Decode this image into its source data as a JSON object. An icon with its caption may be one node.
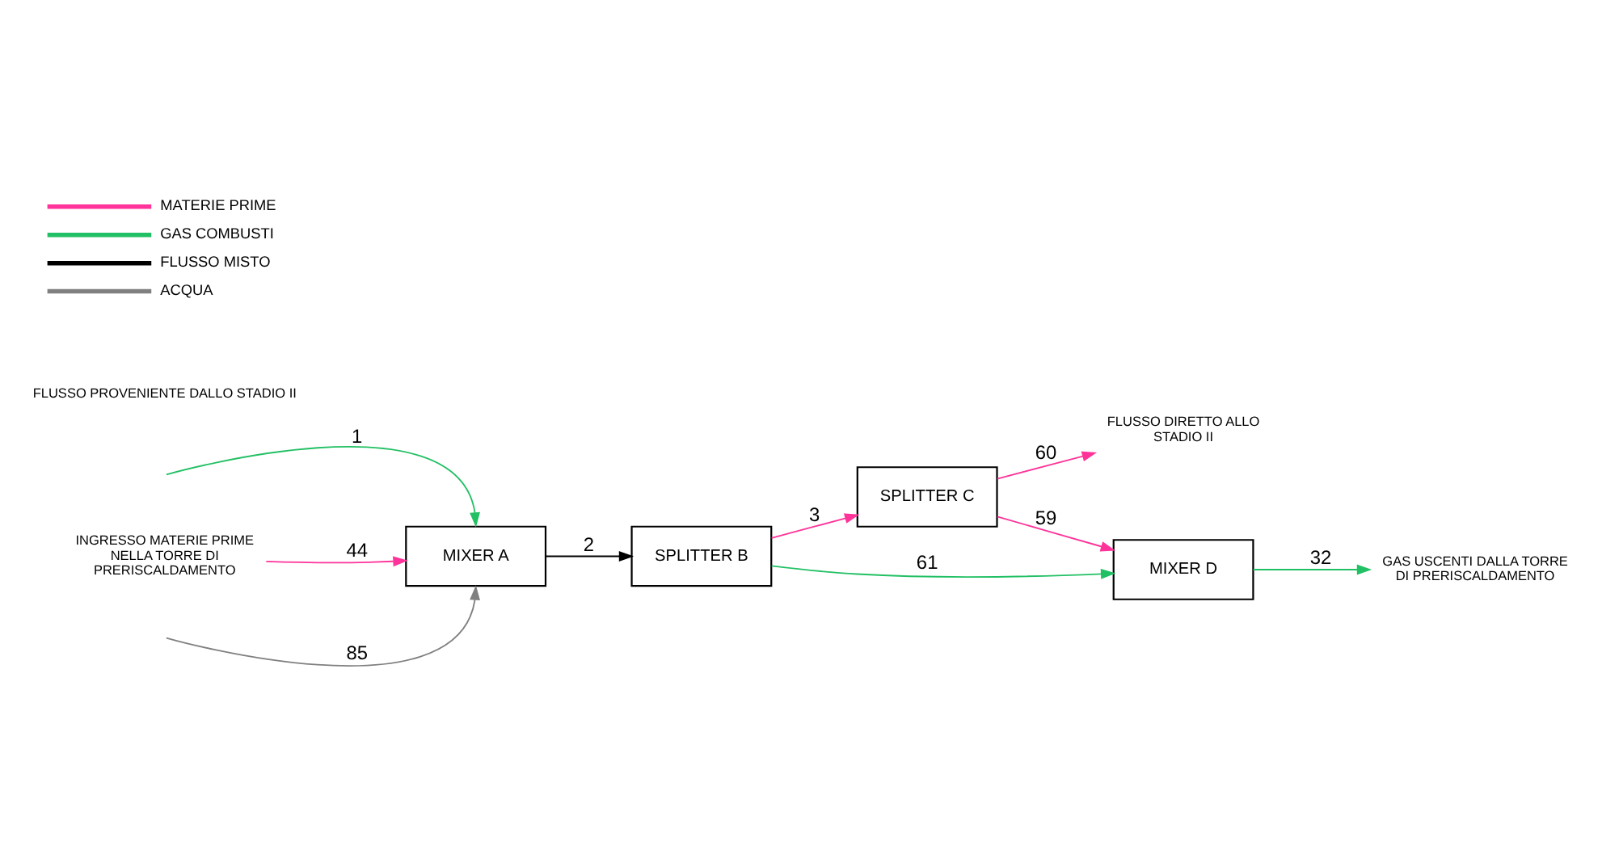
{
  "diagram": {
    "nodes": [
      {
        "text": [
          "INGRESSO MATERIE PRIME NELLA TORRE DI PRERISCALDAMENTO"
        ]
      },
      {
        "text": [
          "MIXER A"
        ]
      },
      {
        "text": [
          "SPLITTER B"
        ]
      },
      {
        "text": [
          "SPLITTER C"
        ]
      },
      {
        "text": [
          "FLUSSO DIRETTO ALLO STADIO II"
        ]
      },
      {
        "text": [
          "MIXER D"
        ]
      },
      {
        "text": [
          "GAS USCENTI DALLA TORRE DI PRERISCALDAMENTO"
        ]
      }
    ],
    "edges": [
      {
        "from": null,
        "to": 1,
        "arrow": "to",
        "label": "85",
        "color": "#808080"
      },
      {
        "from": 0,
        "to": 1,
        "arrow": "to",
        "label": "44",
        "color": "#ff3399"
      },
      {
        "from": 1,
        "to": 2,
        "arrow": "to",
        "label": "2",
        "color": "#000000"
      },
      {
        "from": 2,
        "to": 3,
        "arrow": "to",
        "label": "3",
        "color": "#ff3399"
      },
      {
        "from": 3,
        "to": 4,
        "arrow": "to",
        "label": "60",
        "color": "#ff3399"
      },
      {
        "from": 2,
        "to": 5,
        "arrow": "to",
        "label": "61",
        "color": "#22c064"
      },
      {
        "from": 3,
        "to": 5,
        "arrow": "to",
        "label": "59",
        "color": "#ff3399"
      },
      {
        "from": null,
        "to": 1,
        "arrow": "to",
        "label": "1",
        "color": "#22c064"
      },
      {
        "from": 5,
        "to": 6,
        "arrow": "to",
        "label": "32",
        "color": "#22c064"
      }
    ],
    "labels": [
      "FLUSSO PROVENIENTE DALLO STADIO II"
    ],
    "legend": [
      {
        "text": "MATERIE PRIME",
        "color": "#ff3399"
      },
      {
        "text": "GAS COMBUSTI",
        "color": "#22c064"
      },
      {
        "text": "FLUSSO MISTO",
        "color": "#000000"
      },
      {
        "text": "ACQUA",
        "color": "#808080"
      }
    ]
  }
}
